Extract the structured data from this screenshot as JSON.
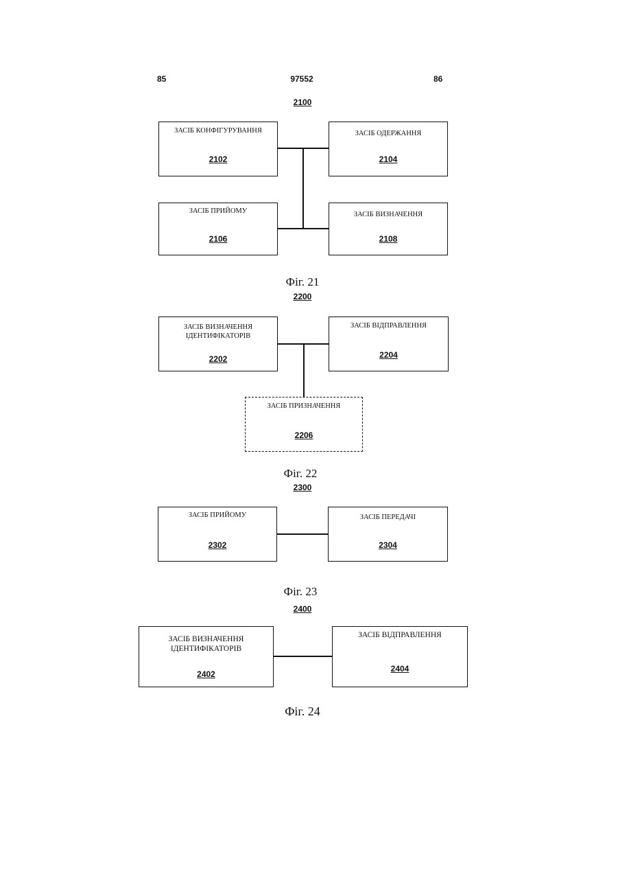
{
  "header": {
    "left": "85",
    "center": "97552",
    "right": "86"
  },
  "figures": [
    {
      "ref": "2100",
      "caption": "Фіг. 21",
      "blocks": [
        {
          "label": "ЗАСІБ КОНФІГУРУВАННЯ",
          "ref": "2102"
        },
        {
          "label": "ЗАСІБ ОДЕРЖАННЯ",
          "ref": "2104"
        },
        {
          "label": "ЗАСІБ ПРИЙОМУ",
          "ref": "2106"
        },
        {
          "label": "ЗАСІБ ВИЗНАЧЕННЯ",
          "ref": "2108"
        }
      ]
    },
    {
      "ref": "2200",
      "caption": "Фіг. 22",
      "blocks": [
        {
          "label": "ЗАСІБ ВИЗНАЧЕННЯ ІДЕНТИФІКАТОРІВ",
          "ref": "2202"
        },
        {
          "label": "ЗАСІБ ВІДПРАВЛЕННЯ",
          "ref": "2204"
        },
        {
          "label": "ЗАСІБ ПРИЗНАЧЕННЯ",
          "ref": "2206",
          "optional": true
        }
      ]
    },
    {
      "ref": "2300",
      "caption": "Фіг. 23",
      "blocks": [
        {
          "label": "ЗАСІБ ПРИЙОМУ",
          "ref": "2302"
        },
        {
          "label": "ЗАСІБ ПЕРЕДАЧІ",
          "ref": "2304"
        }
      ]
    },
    {
      "ref": "2400",
      "caption": "Фіг. 24",
      "blocks": [
        {
          "label": "ЗАСІБ ВИЗНАЧЕННЯ ІДЕНТИФІКАТОРІВ",
          "ref": "2402"
        },
        {
          "label": "ЗАСІБ ВІДПРАВЛЕННЯ",
          "ref": "2404"
        }
      ]
    }
  ]
}
